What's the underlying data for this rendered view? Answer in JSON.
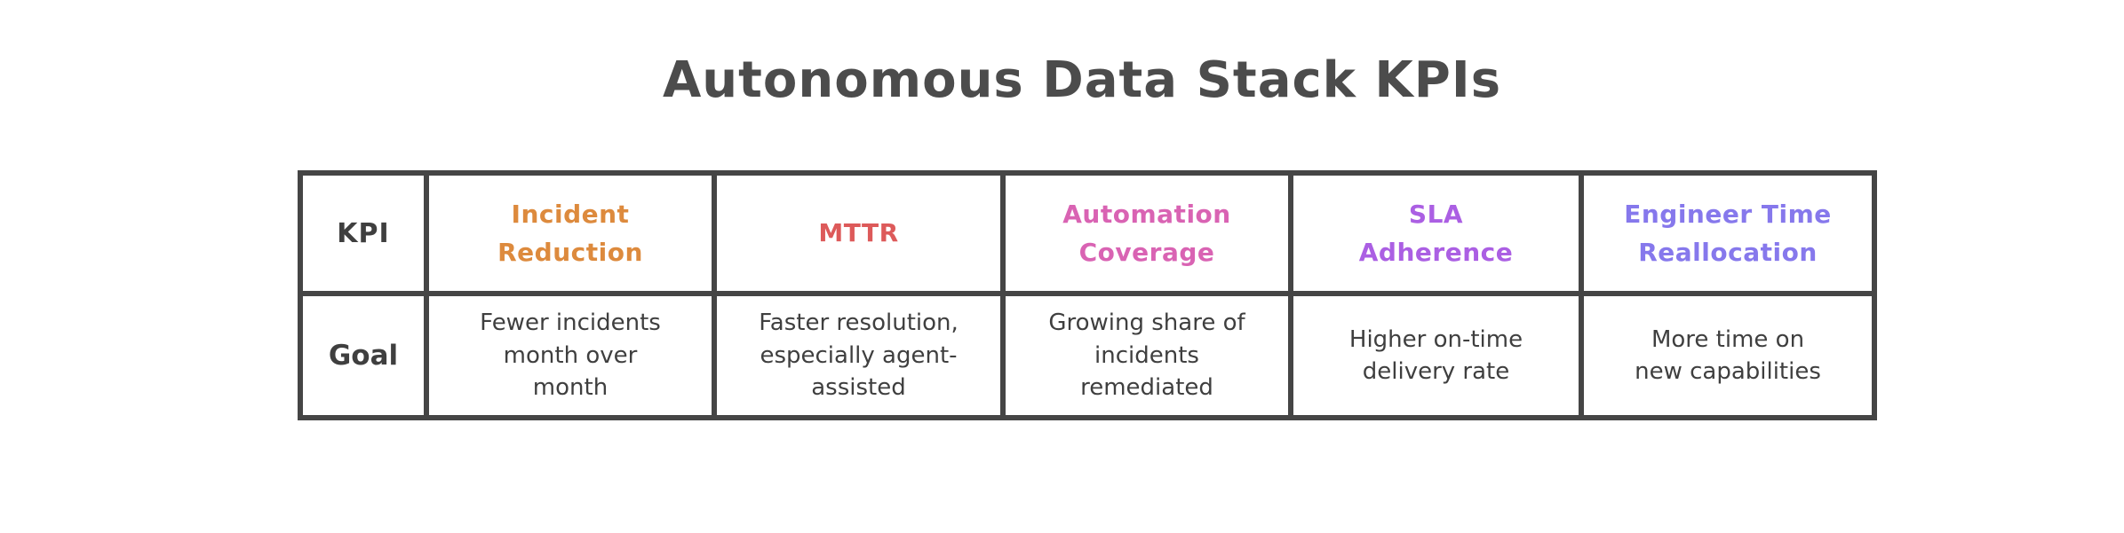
{
  "page": {
    "title": "Autonomous Data Stack KPIs"
  },
  "colors": {
    "border": "#454545",
    "title_text": "#4c4c4c",
    "body_text": "#3f3f3f"
  },
  "table": {
    "header_row_label": "KPI",
    "goal_row_label": "Goal",
    "columns": [
      {
        "kpi": "Incident\nReduction",
        "kpi_color": "#dd8a3d",
        "goal": "Fewer incidents\nmonth over\nmonth"
      },
      {
        "kpi": "MTTR",
        "kpi_color": "#dd5a5a",
        "goal": "Faster resolution,\nespecially agent-\nassisted"
      },
      {
        "kpi": "Automation\nCoverage",
        "kpi_color": "#d963b3",
        "goal": "Growing share of\nincidents\nremediated"
      },
      {
        "kpi": "SLA\nAdherence",
        "kpi_color": "#ab5fe3",
        "goal": "Higher on-time\ndelivery rate"
      },
      {
        "kpi": "Engineer Time\nReallocation",
        "kpi_color": "#8678ec",
        "goal": "More time on\nnew capabilities"
      }
    ]
  }
}
